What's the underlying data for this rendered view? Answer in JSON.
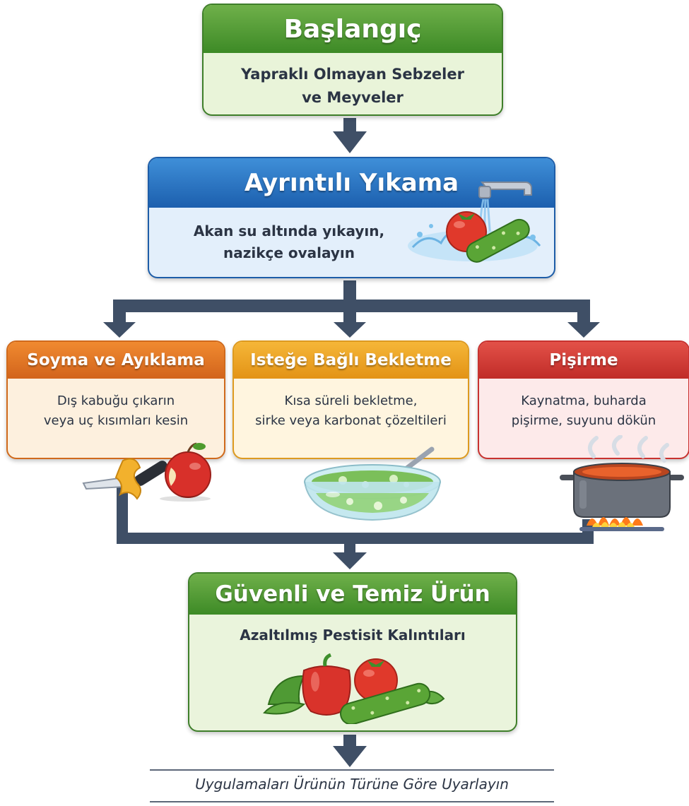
{
  "flowchart": {
    "start": {
      "title": "Başlangıç",
      "lines": [
        "Yapraklı Olmayan Sebzeler",
        "ve Meyveler"
      ]
    },
    "wash": {
      "title": "Ayrıntılı Yıkama",
      "lines": [
        "Akan su altında yıkayın,",
        "nazikçe ovalayın"
      ],
      "illustration": "faucet-washing-tomato-cucumber-icon"
    },
    "branches": [
      {
        "title": "Soyma ve Ayıklama",
        "lines": [
          "Dış kabuğu çıkarın",
          "veya uç kısımları kesin"
        ],
        "illustration": "knife-peel-apple-icon"
      },
      {
        "title": "Isteğe Bağlı Bekletme",
        "lines": [
          "Kısa süreli bekletme,",
          "sirke veya karbonat çözeltileri"
        ],
        "illustration": "soaking-bowl-icon"
      },
      {
        "title": "Pişirme",
        "lines": [
          "Kaynatma, buharda",
          "pişirme, suyunu dökün"
        ],
        "illustration": "boiling-pot-icon"
      }
    ],
    "result": {
      "title": "Güvenli ve Temiz Ürün",
      "lines": [
        "Azaltılmış Pestisit Kalıntıları"
      ],
      "illustration": "clean-vegetables-icon"
    },
    "footer": "Uygulamaları Ürünün Türüne Göre Uyarlayın"
  },
  "colors": {
    "connector": "#3f4f66",
    "green": "#3d8a26",
    "blue": "#1c5fae",
    "orange": "#d2641c",
    "amber": "#e39316",
    "red": "#c02c28"
  }
}
